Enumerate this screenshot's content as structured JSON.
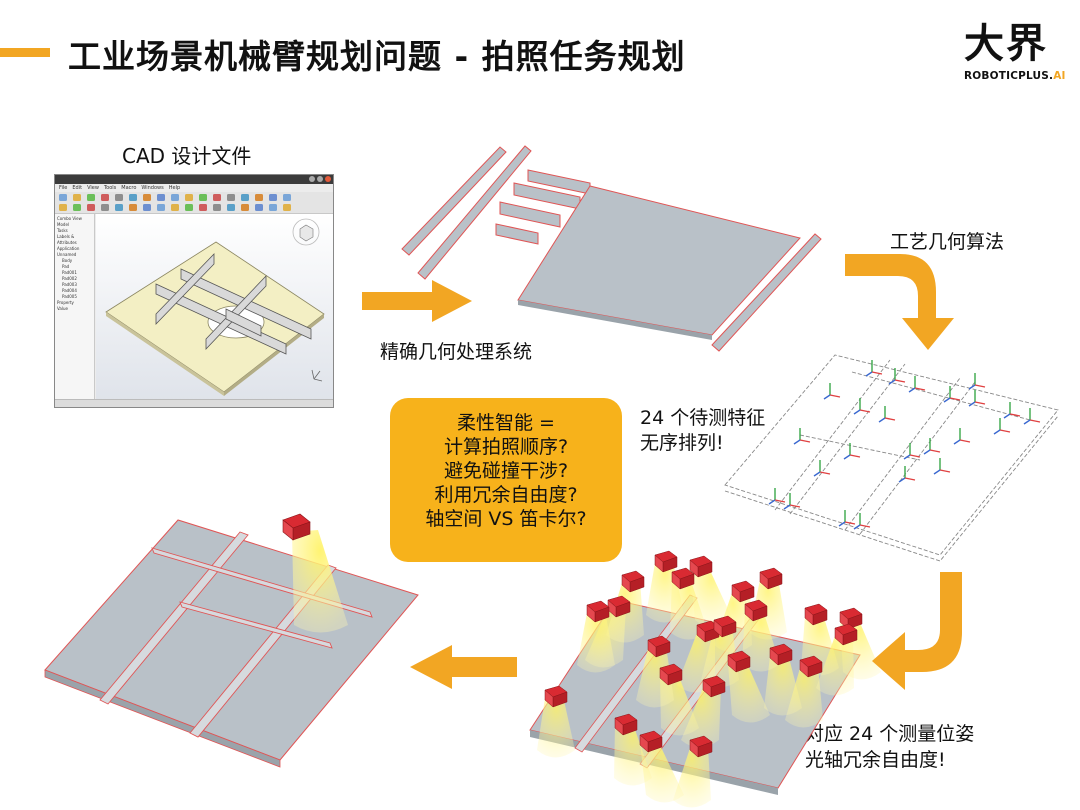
{
  "title": "工业场景机械臂规划问题 - 拍照任务规划",
  "logo": {
    "cn": "大界",
    "en_main": "ROBOTICPLUS.",
    "en_suffix": "AI"
  },
  "labels": {
    "cad": "CAD 设计文件",
    "geometry_system": "精确几何处理系统",
    "process_algorithm": "工艺几何算法",
    "features_line1": "24 个待测特征",
    "features_line2": "无序排列!",
    "poses_line1": "对应 24 个测量位姿",
    "poses_line2": "光轴冗余自由度!"
  },
  "callout": {
    "lines": [
      "柔性智能 =",
      "计算拍照顺序?",
      "避免碰撞干涉?",
      "利用冗余自由度?",
      "轴空间 VS 笛卡尔?"
    ]
  },
  "cad_window": {
    "menu": [
      "File",
      "Edit",
      "View",
      "Tools",
      "Macro",
      "Windows",
      "Help"
    ],
    "tree": [
      "Combo View",
      "Model",
      "Tasks",
      "Labels & Attributes",
      "Application",
      "Unnamed",
      "Body",
      "Pad",
      "Pad001",
      "Pad002",
      "Pad003",
      "Pad004",
      "Pad005",
      "Property",
      "Value"
    ]
  },
  "colors": {
    "accent": "#f2a623",
    "callout": "#f7b21b",
    "plate": "#b9c1c8",
    "plate_edge": "#e05555",
    "camera": "#d92a32",
    "cad_plate": "#f3efc4"
  }
}
